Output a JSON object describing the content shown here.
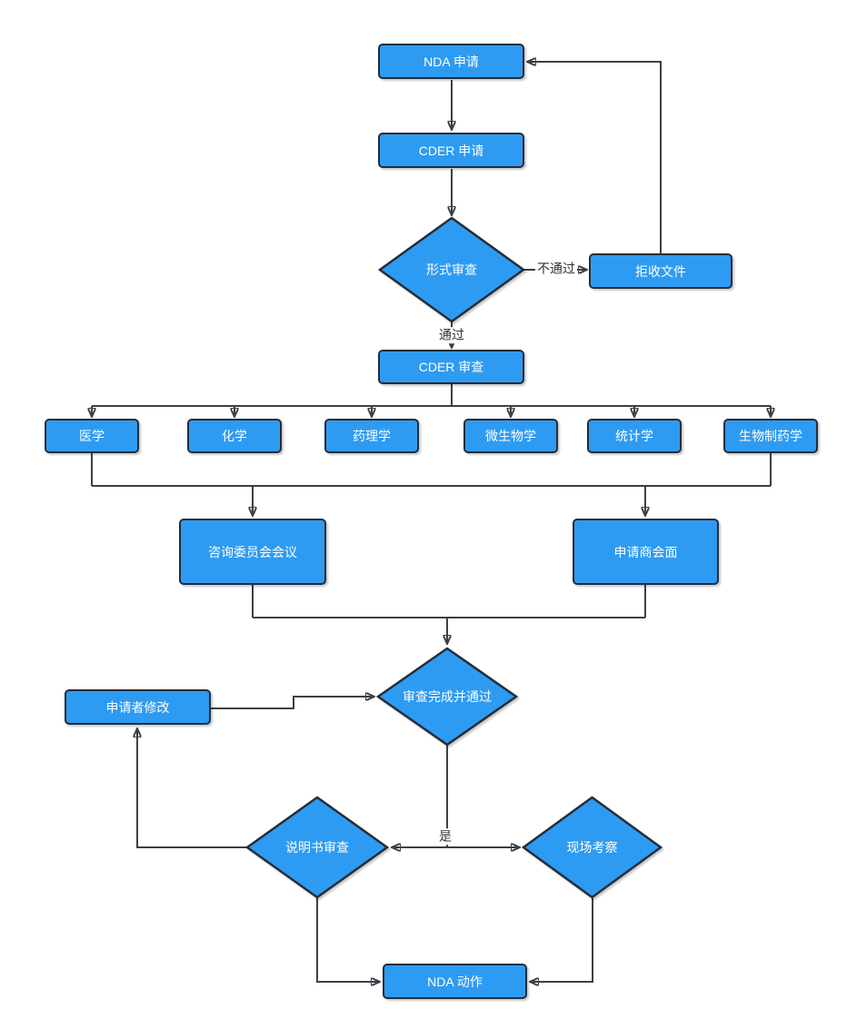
{
  "diagram": {
    "kind": "flowchart",
    "language": "zh-CN",
    "topic": "NDA review process"
  },
  "colors": {
    "node_fill": "#2E9BF2",
    "node_border": "#232D3A",
    "edge_stroke": "#3C4045",
    "node_text": "#FFFFFF",
    "edge_label_text": "#333333",
    "canvas_bg": "#FFFFFF"
  },
  "nodes": {
    "nda_application": {
      "label": "NDA 申请",
      "shape": "process"
    },
    "cder_application": {
      "label": "CDER 申请",
      "shape": "process"
    },
    "formal_review": {
      "label": "形式审查",
      "shape": "decision"
    },
    "reject_documents": {
      "label": "拒收文件",
      "shape": "process"
    },
    "cder_review": {
      "label": "CDER 审查",
      "shape": "process"
    },
    "medicine": {
      "label": "医学",
      "shape": "process"
    },
    "chemistry": {
      "label": "化学",
      "shape": "process"
    },
    "pharmacology": {
      "label": "药理学",
      "shape": "process"
    },
    "microbiology": {
      "label": "微生物学",
      "shape": "process"
    },
    "statistics": {
      "label": "统计学",
      "shape": "process"
    },
    "biopharmaceutics": {
      "label": "生物制药学",
      "shape": "process"
    },
    "advisory_committee_meeting": {
      "label": "咨询委员会会议",
      "shape": "process"
    },
    "applicant_meeting": {
      "label": "申请商会面",
      "shape": "process"
    },
    "review_complete_passed": {
      "label": "审查完成并通过",
      "shape": "decision"
    },
    "applicant_revision": {
      "label": "申请者修改",
      "shape": "process"
    },
    "label_review": {
      "label": "说明书审查",
      "shape": "decision"
    },
    "site_inspection": {
      "label": "现场考察",
      "shape": "decision"
    },
    "nda_action": {
      "label": "NDA 动作",
      "shape": "process"
    }
  },
  "edge_labels": {
    "not_pass": "不通过",
    "pass": "通过",
    "yes": "是"
  },
  "connections": [
    {
      "from": "nda_application",
      "to": "cder_application",
      "label": ""
    },
    {
      "from": "cder_application",
      "to": "formal_review",
      "label": ""
    },
    {
      "from": "formal_review",
      "to": "reject_documents",
      "label": "不通过"
    },
    {
      "from": "reject_documents",
      "to": "nda_application",
      "label": ""
    },
    {
      "from": "formal_review",
      "to": "cder_review",
      "label": "通过"
    },
    {
      "from": "cder_review",
      "to": "medicine",
      "label": ""
    },
    {
      "from": "cder_review",
      "to": "chemistry",
      "label": ""
    },
    {
      "from": "cder_review",
      "to": "pharmacology",
      "label": ""
    },
    {
      "from": "cder_review",
      "to": "microbiology",
      "label": ""
    },
    {
      "from": "cder_review",
      "to": "statistics",
      "label": ""
    },
    {
      "from": "cder_review",
      "to": "biopharmaceutics",
      "label": ""
    },
    {
      "from": "review-branches",
      "to": "advisory_committee_meeting",
      "label": ""
    },
    {
      "from": "review-branches",
      "to": "applicant_meeting",
      "label": ""
    },
    {
      "from": "advisory_committee_meeting",
      "to": "review_complete_passed",
      "label": ""
    },
    {
      "from": "applicant_meeting",
      "to": "review_complete_passed",
      "label": ""
    },
    {
      "from": "applicant_revision",
      "to": "review_complete_passed",
      "label": ""
    },
    {
      "from": "review_complete_passed",
      "to": "label_review",
      "label": "是"
    },
    {
      "from": "review_complete_passed",
      "to": "site_inspection",
      "label": "是"
    },
    {
      "from": "label_review",
      "to": "applicant_revision",
      "label": ""
    },
    {
      "from": "label_review",
      "to": "nda_action",
      "label": ""
    },
    {
      "from": "site_inspection",
      "to": "nda_action",
      "label": ""
    }
  ]
}
